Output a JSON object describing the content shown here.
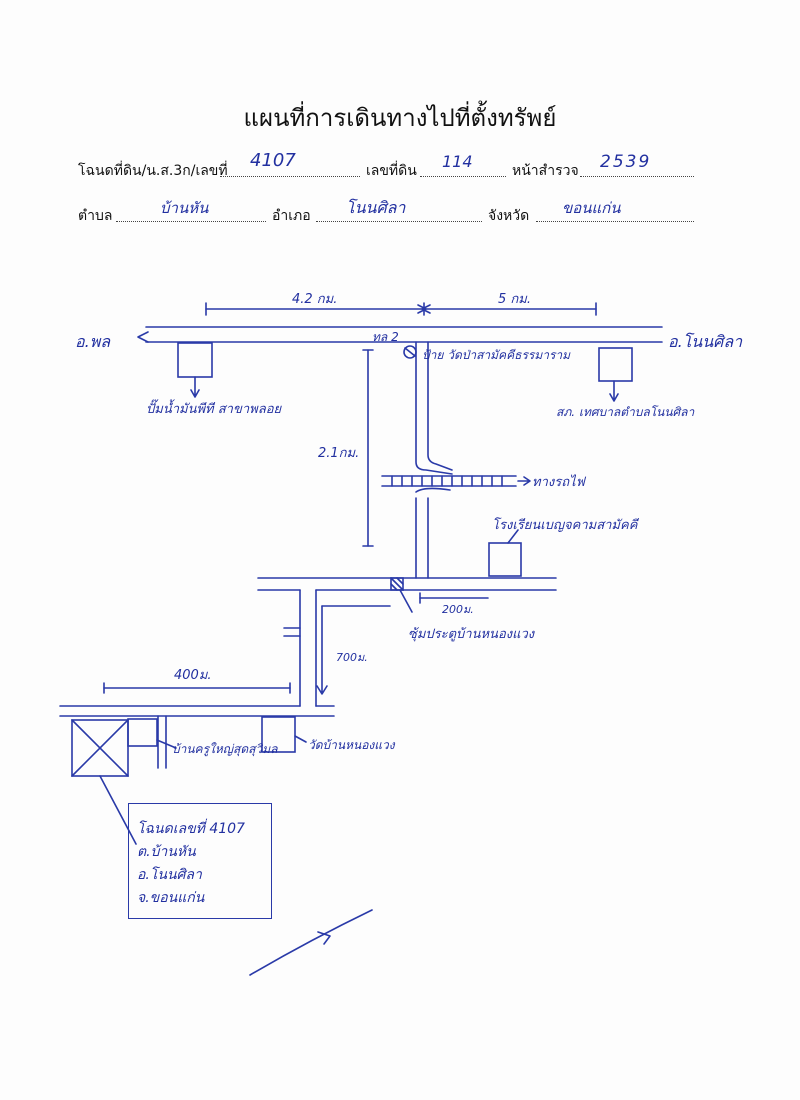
{
  "title": "แผนที่การเดินทางไปที่ตั้งทรัพย์",
  "form": {
    "deed_label": "โฉนดที่ดิน/น.ส.3ก/เลขที่",
    "deed_value": "4107",
    "land_no_label": "เลขที่ดิน",
    "land_no_value": "114",
    "survey_page_label": "หน้าสำรวจ",
    "survey_page_value": "2539",
    "subdistrict_label": "ตำบล",
    "subdistrict_value": "บ้านหัน",
    "district_label": "อำเภอ",
    "district_value": "โนนศิลา",
    "province_label": "จังหวัด",
    "province_value": "ขอนแก่น"
  },
  "map": {
    "left_town": "อ.พล",
    "right_town": "อ.โนนศิลา",
    "highway": "ทล 2",
    "dist_left": "4.2 กม.",
    "dist_right": "5 กม.",
    "dist_vertical": "2.1กม.",
    "dist_200": "200ม.",
    "dist_700": "700ม.",
    "dist_400": "400ม.",
    "gas_station": "ปั๊มน้ำมันพีที สาขาพลอย",
    "temple_sign": "ป้าย วัดป่าสามัคคีธรรมาราม",
    "police_station": "สภ. เทศบาลตำบลโนนศิลา",
    "railway": "ทางรถไฟ",
    "school": "โรงเรียนเบญจคามสามัคคี",
    "gate": "ซุ้มประตูบ้านหนองแวง",
    "temple": "วัดบ้านหนองแวง",
    "village_shop": "บ้านครูใหญ่สุดสุวิมล"
  },
  "legend": {
    "line1": "โฉนดเลขที่ 4107",
    "line2": "ต.บ้านหัน",
    "line3": "อ.โนนศิลา",
    "line4": "จ.ขอนแก่น"
  }
}
